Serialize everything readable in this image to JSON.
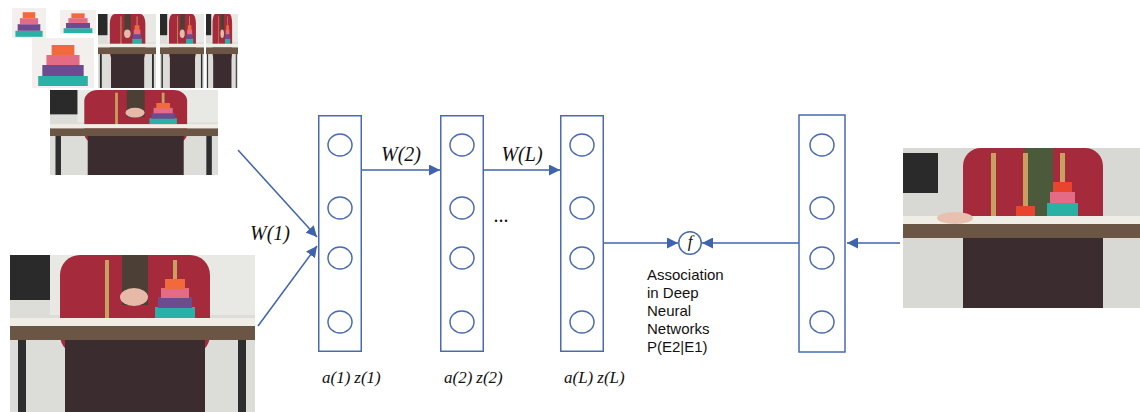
{
  "diagram": {
    "nodes": [
      {
        "text": [
          "a(1)",
          "z(1)"
        ]
      },
      {
        "text": [
          "a(2)",
          "z(2)"
        ]
      },
      {
        "text": [
          "a(L)",
          "z(L)"
        ]
      },
      {
        "text": [
          "f"
        ]
      }
    ],
    "edges": [
      {
        "from": 0,
        "to": 1,
        "arrow": "to",
        "label": "W(2)"
      },
      {
        "from": 1,
        "to": 2,
        "arrow": "to",
        "label": "W(L)"
      },
      {
        "from": 2,
        "to": 3,
        "arrow": "to"
      }
    ],
    "labels": [
      "W(1)",
      "...",
      "Association in Deep Neural Networks P(E2|E1)"
    ]
  }
}
